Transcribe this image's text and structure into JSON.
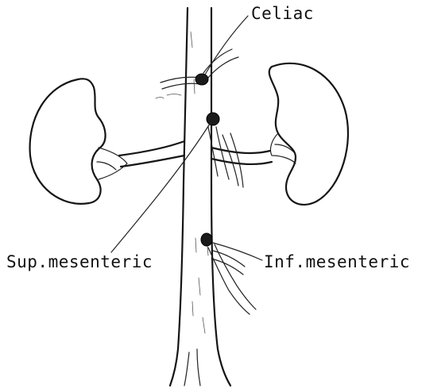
{
  "labels": {
    "celiac": "Celiac",
    "superior_mesenteric": "Sup.mesenteric",
    "inferior_mesenteric": "Inf.mesenteric"
  },
  "colors": {
    "ink": "#151515",
    "background": "#ffffff",
    "ganglion": "#1a1a1a"
  }
}
